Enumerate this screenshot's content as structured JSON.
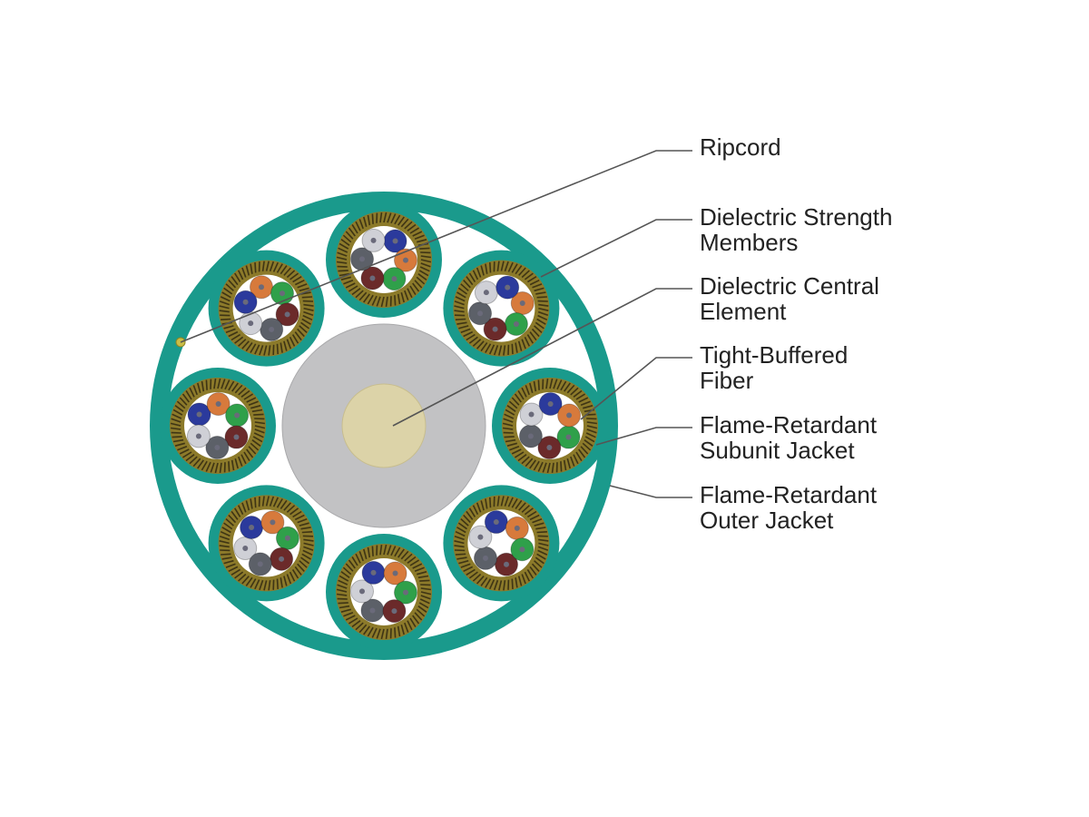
{
  "labels": {
    "ripcord": [
      "Ripcord"
    ],
    "strength_members": [
      "Dielectric Strength",
      "Members"
    ],
    "central_element": [
      "Dielectric Central",
      "Element"
    ],
    "tight_buffered_fiber": [
      "Tight-Buffered",
      "Fiber"
    ],
    "subunit_jacket": [
      "Flame-Retardant",
      "Subunit Jacket"
    ],
    "outer_jacket": [
      "Flame-Retardant",
      "Outer Jacket"
    ]
  },
  "colors": {
    "jacket_teal": "#1a9a8c",
    "cable_interior": "#ffffff",
    "central_element_gray": "#c2c2c4",
    "central_core": "#dcd3a8",
    "aramid_yarn": "#8c7a2a",
    "aramid_dark": "#3e3414",
    "leader_line": "#555555",
    "fiber_colors": {
      "blue": "#2b3a9c",
      "orange": "#d77a3c",
      "green": "#2fa04a",
      "brown": "#6b2a2a",
      "slate": "#5c6068",
      "white": "#cfd0d6"
    }
  },
  "subunit_count": 8,
  "fibers_per_subunit": 6,
  "fiber_color_order": [
    "blue",
    "orange",
    "green",
    "brown",
    "slate",
    "white"
  ]
}
